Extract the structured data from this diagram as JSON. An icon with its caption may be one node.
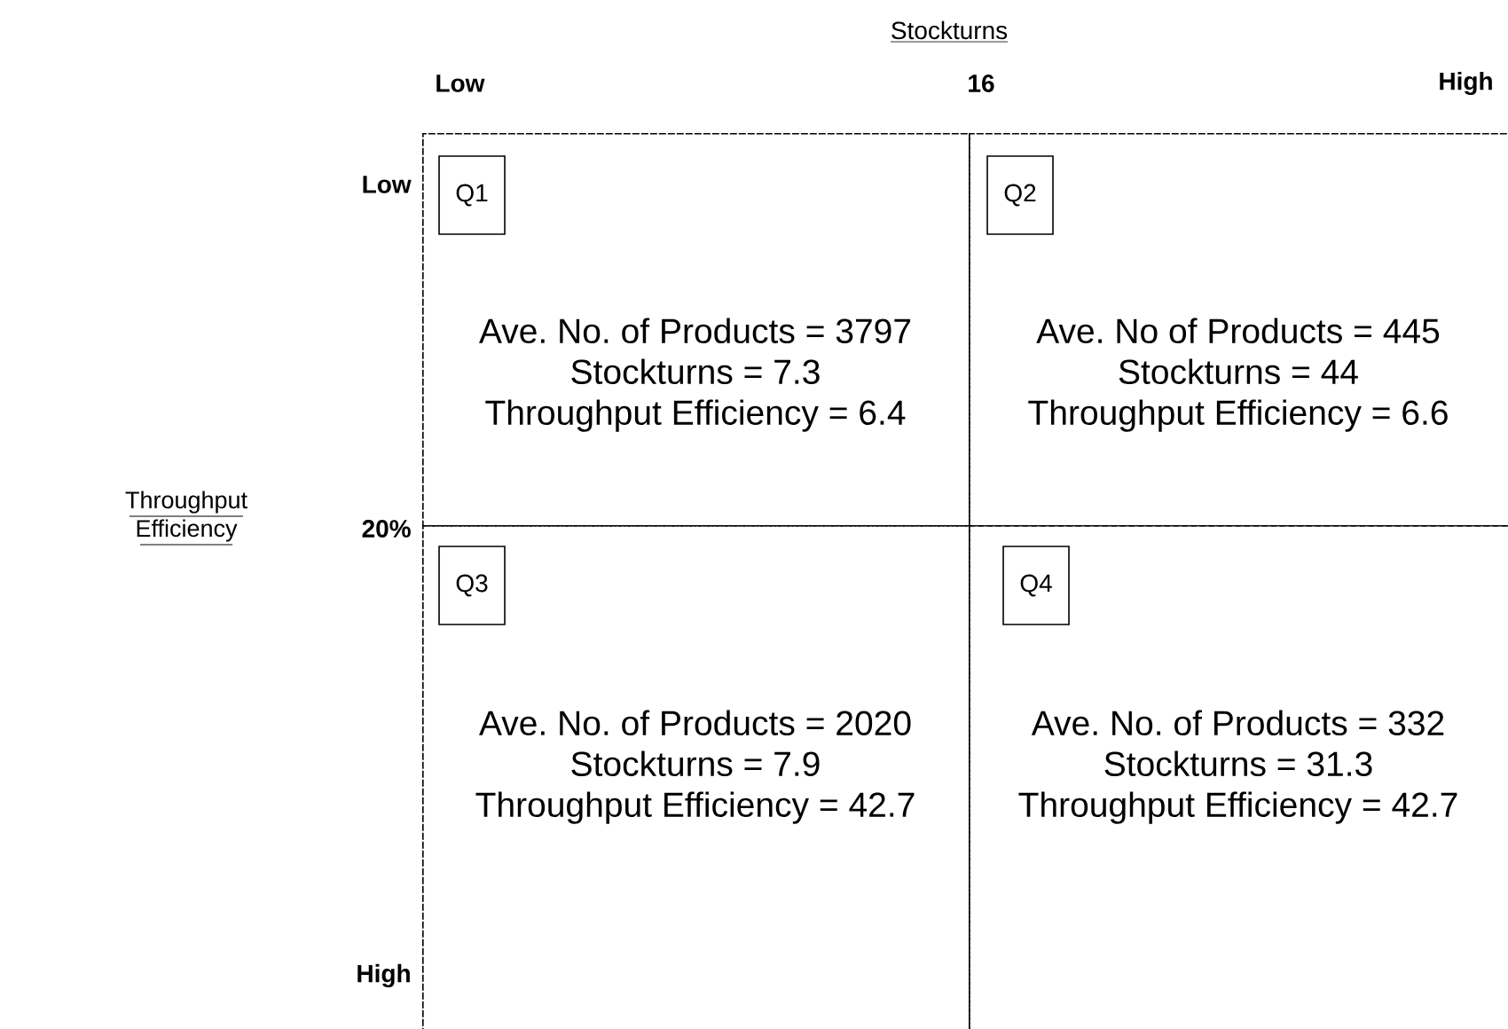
{
  "diagram": {
    "nodes": [
      {
        "text": [
          "Ave. No. of Products = 3797",
          "Stockturns = 7.3",
          "Throughput Efficiency = 6.4"
        ]
      },
      {
        "text": [
          "Q1"
        ],
        "in": 0
      },
      {
        "text": [
          "Ave. No of Products = 445",
          "Stockturns = 44",
          "Throughput Efficiency = 6.6"
        ]
      },
      {
        "text": [
          "Q2"
        ],
        "in": 2
      },
      {
        "text": [
          "Ave. No. of Products = 2020",
          "Stockturns = 7.9",
          "Throughput Efficiency = 42.7"
        ]
      },
      {
        "text": [
          "Q3"
        ],
        "in": 4
      },
      {
        "text": [
          "Ave. No. of Products = 332",
          "Stockturns = 31.3",
          "Throughput Efficiency = 42.7"
        ]
      },
      {
        "text": [
          "Q4"
        ],
        "in": 6
      }
    ],
    "labels": [
      "Stockturns",
      "Low",
      "16",
      "High",
      "Low",
      "Throughput Efficiency",
      "20%",
      "High"
    ]
  }
}
